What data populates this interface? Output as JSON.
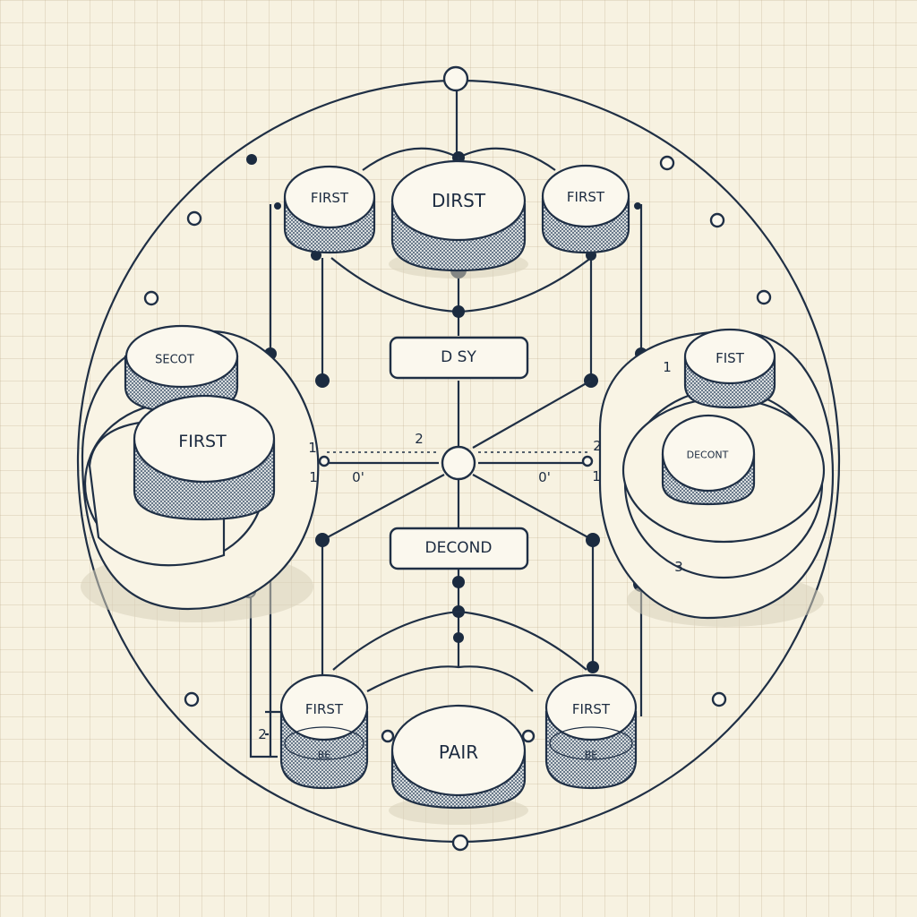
{
  "nodes": {
    "top_left": "FIRST",
    "top_center": "DIRST",
    "top_right": "FIRST",
    "left_small": "SECOT",
    "left_large": "FIRST",
    "right_top": "FIST",
    "right_inner": "DECONT",
    "bottom_left": "FIRST",
    "bottom_left_sub": "BE",
    "bottom_center": "PAIR",
    "bottom_right": "FIRST",
    "bottom_right_sub": "BE"
  },
  "boxes": {
    "upper": "D SY",
    "lower": "DECOND"
  },
  "edge_labels": {
    "left_1a": "1",
    "left_1b": "1",
    "left_0": "0'",
    "center_2": "2",
    "right_2": "2",
    "right_1a": "1",
    "right_1b": "1",
    "right_0": "0'",
    "right_3": "3",
    "left_bottom_2": "2"
  }
}
